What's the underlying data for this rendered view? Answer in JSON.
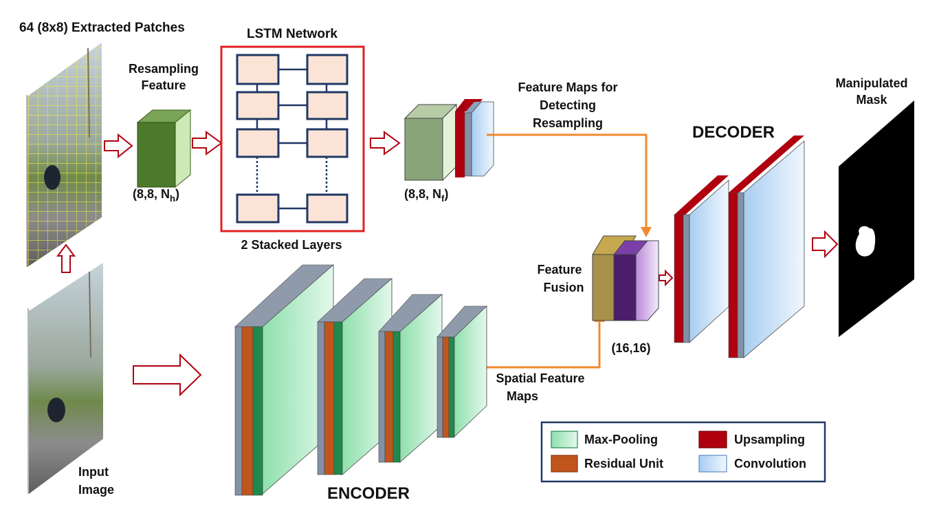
{
  "labels": {
    "patches_title": "64 (8x8) Extracted Patches",
    "resampling_feature": [
      "Resampling",
      "Feature"
    ],
    "resampling_dim": "(8,8, N",
    "resampling_dim_sub": "h",
    "lstm_title": "LSTM Network",
    "stacked_layers": "2 Stacked Layers",
    "feature_maps_title": [
      "Feature Maps for",
      "Detecting",
      "Resampling"
    ],
    "feature_maps_dim": "(8,8, N",
    "feature_maps_dim_sub": "f",
    "input_image": [
      "Input",
      "Image"
    ],
    "encoder": "ENCODER",
    "decoder": "DECODER",
    "spatial_feature_maps": [
      "Spatial Feature",
      "Maps"
    ],
    "feature_fusion": [
      "Feature",
      "Fusion"
    ],
    "fusion_dim": "(16,16)",
    "manipulated_mask": [
      "Manipulated",
      "Mask"
    ]
  },
  "legend": {
    "items": [
      {
        "label": "Max-Pooling",
        "color": "#2e9e5e"
      },
      {
        "label": "Upsampling",
        "color": "#b00010"
      },
      {
        "label": "Residual Unit",
        "color": "#c0561c"
      },
      {
        "label": "Convolution",
        "color": "#a8cdf0"
      }
    ]
  },
  "colors": {
    "arrow_hollow": "#b00010",
    "flow_orange": "#f08a2c",
    "lstm_border": "#e02020",
    "lstm_cell": "#fbe3d6",
    "lstm_cell_border": "#1f3864",
    "legend_border": "#1f3864"
  }
}
